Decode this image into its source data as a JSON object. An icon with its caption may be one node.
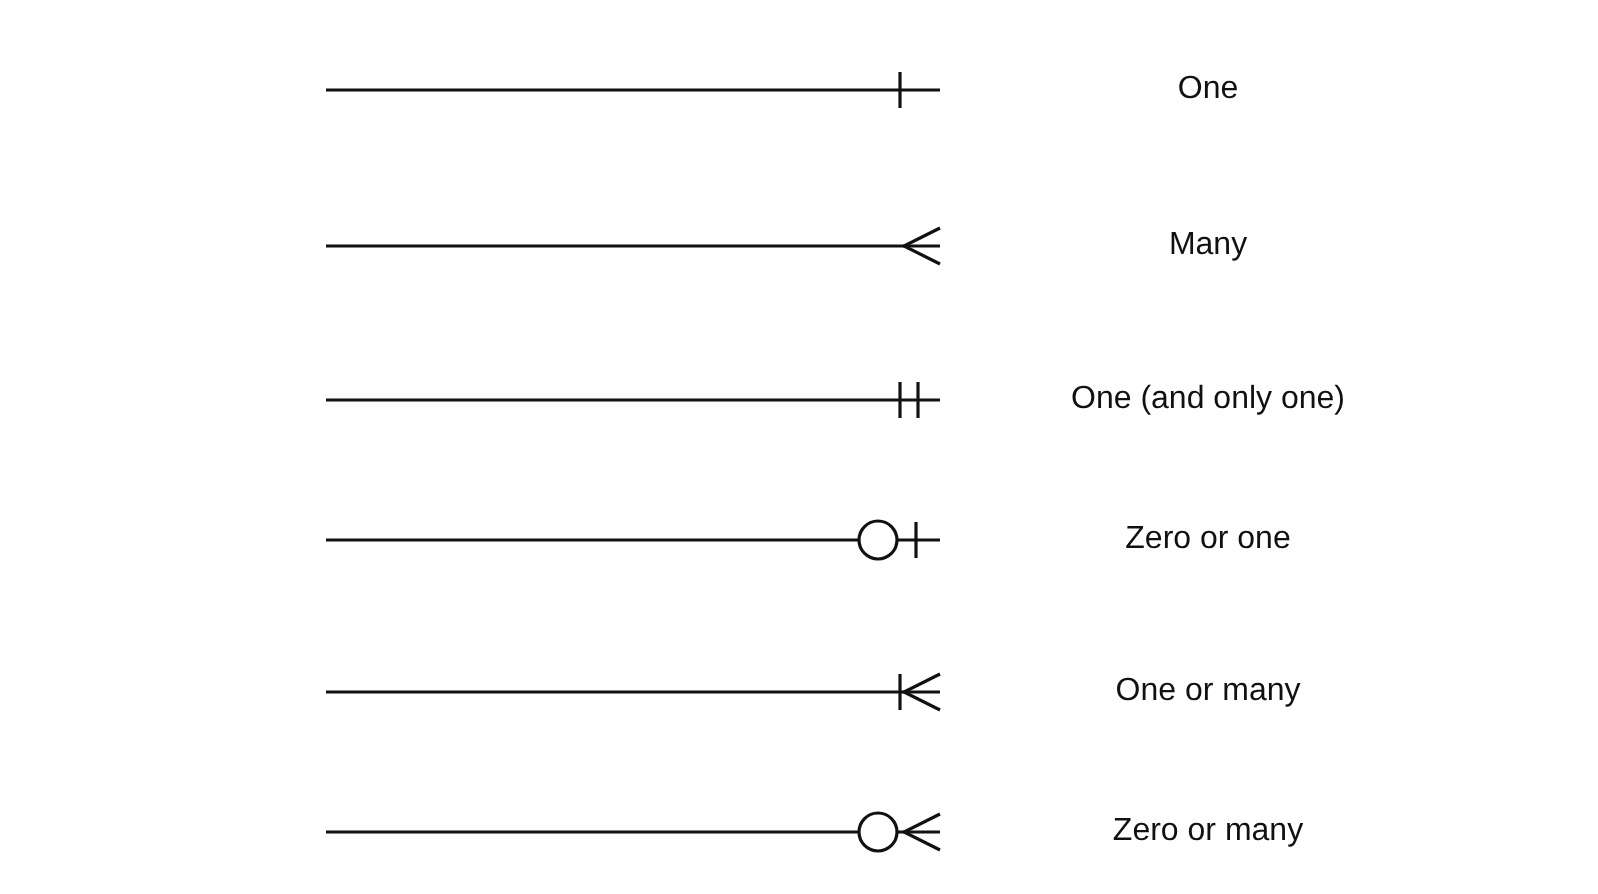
{
  "diagram": {
    "legend": [
      {
        "text": "One"
      },
      {
        "text": "Many"
      },
      {
        "text": "One (and only one)"
      },
      {
        "text": "Zero or one"
      },
      {
        "text": "One or many"
      },
      {
        "text": "Zero or many"
      }
    ]
  }
}
